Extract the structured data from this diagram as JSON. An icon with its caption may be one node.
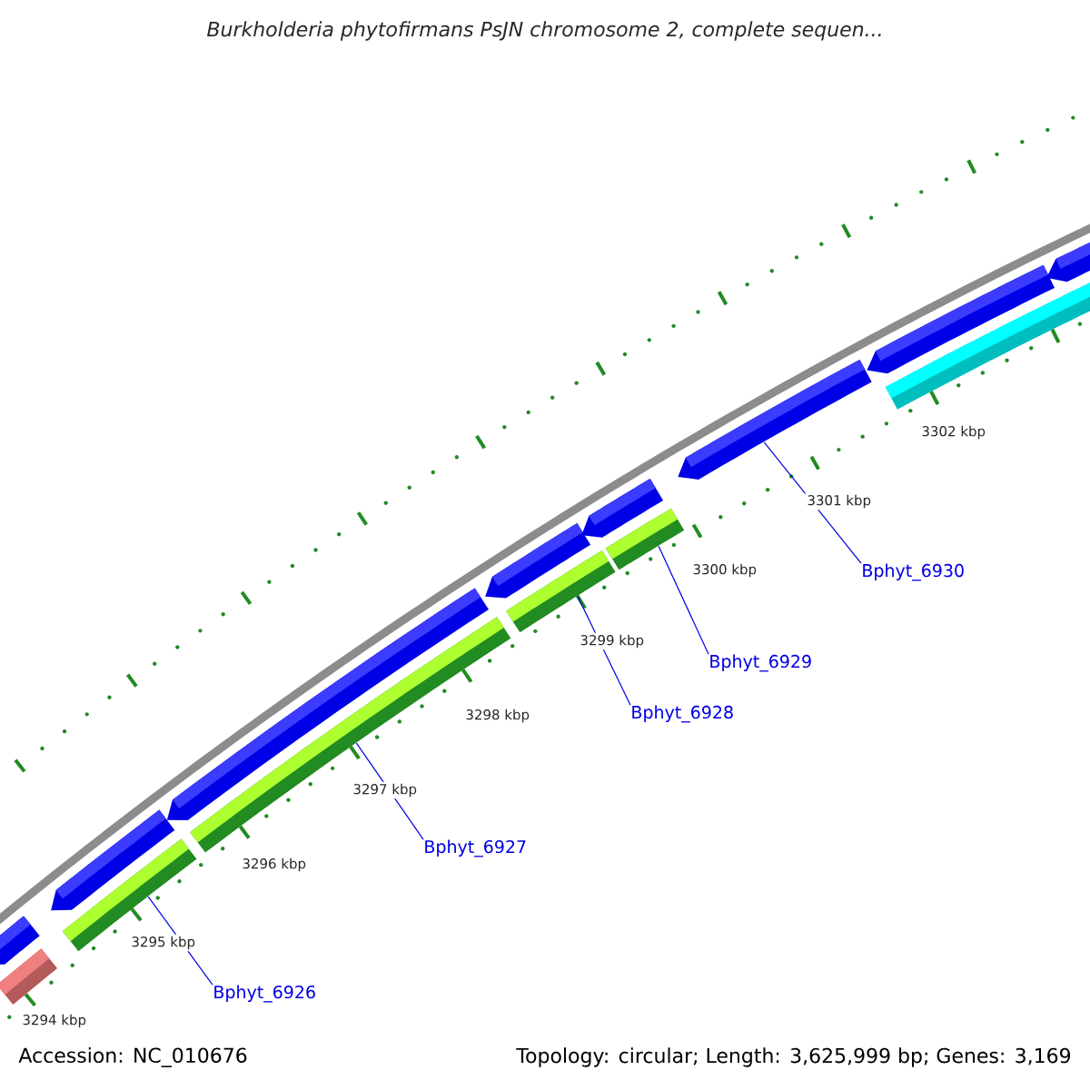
{
  "diagram": {
    "title": "Burkholderia phytofirmans PsJN chromosome 2, complete sequen...",
    "nodes": [
      {
        "text": [
          "Bphyt_6930"
        ]
      },
      {
        "text": [
          "Bphyt_6929"
        ]
      },
      {
        "text": [
          "Bphyt_6928"
        ]
      },
      {
        "text": [
          "Bphyt_6927"
        ]
      },
      {
        "text": [
          "Bphyt_6926"
        ]
      },
      {
        "text": [],
        "shape": "arrow"
      },
      {
        "text": [],
        "shape": "arrow"
      },
      {
        "text": [],
        "shape": "arrow"
      },
      {
        "text": [],
        "shape": "arrow"
      },
      {
        "text": [],
        "shape": "arrow"
      },
      {
        "text": [],
        "shape": "arrow"
      },
      {
        "text": [],
        "shape": "arrow"
      },
      {
        "text": [],
        "shape": "arrow"
      },
      {
        "text": [],
        "shape": "bar"
      },
      {
        "text": [],
        "shape": "bar"
      },
      {
        "text": [],
        "shape": "bar"
      },
      {
        "text": [],
        "shape": "bar"
      },
      {
        "text": [],
        "shape": "bar"
      },
      {
        "text": [],
        "shape": "bar"
      }
    ],
    "edges": [
      {
        "from": 0,
        "to": 10,
        "arrow": "none"
      },
      {
        "from": 1,
        "to": 17,
        "arrow": "none"
      },
      {
        "from": 2,
        "to": 16,
        "arrow": "none"
      },
      {
        "from": 3,
        "to": 15,
        "arrow": "none"
      },
      {
        "from": 4,
        "to": 14,
        "arrow": "none"
      }
    ],
    "labels": [
      "3302 kbp",
      "3301 kbp",
      "3300 kbp",
      "3299 kbp",
      "3298 kbp",
      "3297 kbp",
      "3296 kbp",
      "3295 kbp",
      "3294 kbp",
      "Accession: NC_010676",
      "Topology: circular; Length: 3,625,999 bp; Genes: 3,169"
    ]
  }
}
